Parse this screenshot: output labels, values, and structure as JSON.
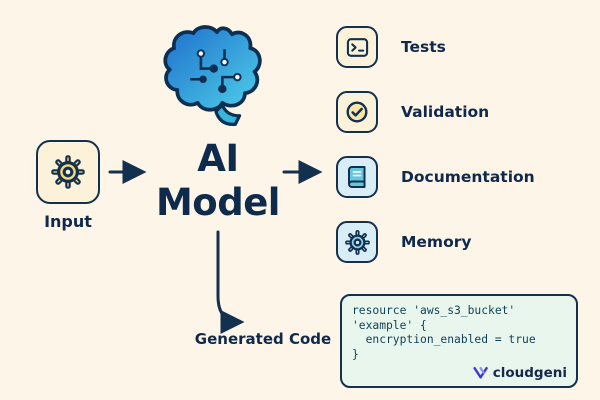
{
  "colors": {
    "background": "#FCF5E8",
    "ink": "#14304F",
    "cream_fill": "#FBF2D9",
    "blue_fill": "#D9EDF6",
    "code_fill": "#E8F6EE",
    "brain_blue_dark": "#1D6FCB",
    "brain_blue_light": "#4FD0E9",
    "brand_indigo": "#4338CA"
  },
  "input": {
    "label": "Input"
  },
  "model": {
    "title_line1": "AI",
    "title_line2": "Model"
  },
  "outputs": [
    {
      "label": "Tests",
      "icon": "terminal-icon"
    },
    {
      "label": "Validation",
      "icon": "check-circle-icon"
    },
    {
      "label": "Documentation",
      "icon": "book-icon"
    },
    {
      "label": "Memory",
      "icon": "gear-icon"
    }
  ],
  "generated": {
    "label": "Generated Code",
    "code": {
      "lines": [
        "resource 'aws_s3_bucket'",
        "'example' {",
        "  encryption_enabled = true",
        "}"
      ]
    }
  },
  "brand": {
    "name": "cloudgeni"
  }
}
